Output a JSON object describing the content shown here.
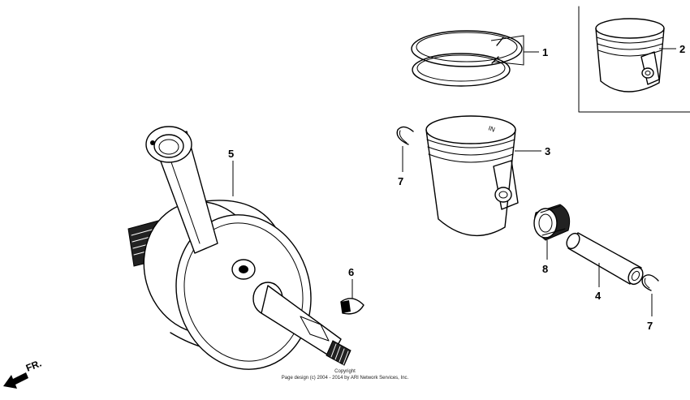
{
  "diagram": {
    "callouts": {
      "piston_ring_set": "1",
      "piston_assembly_alt": "2",
      "piston": "3",
      "piston_pin": "4",
      "crankshaft": "5",
      "woodruff_key": "6",
      "pin_clip_left": "7",
      "pin_clip_right": "7",
      "needle_bearing": "8"
    },
    "piston_marking": "IN",
    "front_indicator": "FR.",
    "copyright_line1": "Copyright",
    "copyright_line2": "Page design (c) 2004 - 2014 by ARI Network Services, Inc."
  }
}
